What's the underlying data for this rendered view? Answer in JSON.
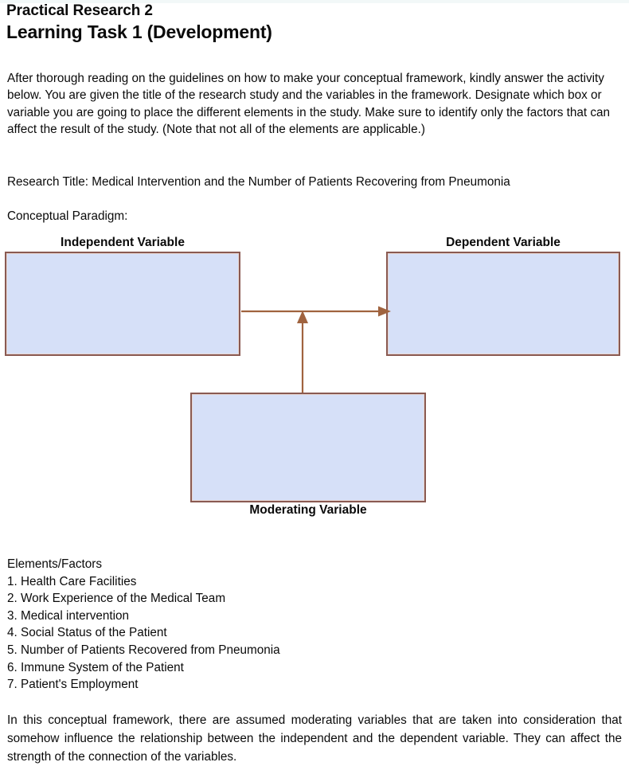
{
  "document": {
    "subject": "Practical Research 2",
    "task_title": "Learning Task 1 (Development)",
    "intro_paragraph": "After thorough reading on the guidelines on how to make your conceptual framework, kindly answer the activity below. You are given the title of the research study and the variables in the framework. Designate which box or variable you are going to place the different elements in the study. Make sure to identify only the factors that can affect the result of the study. (Note that not all of the elements are applicable.)",
    "research_title_line": "Research Title: Medical Intervention and the Number of Patients Recovering from Pneumonia",
    "conceptual_paradigm_label": "Conceptual Paradigm:",
    "closing_paragraph": "In this conceptual framework, there are assumed moderating variables that are taken into consideration that somehow influence the relationship between the independent and the dependent variable. They can affect the strength of the connection of the variables."
  },
  "diagram": {
    "independent_label": "Independent Variable",
    "dependent_label": "Dependent Variable",
    "moderating_label": "Moderating Variable",
    "box_fill_color": "#d6e0f8",
    "box_border_color": "#8a5a52",
    "arrow_color": "#a0633f",
    "independent_box_content": "",
    "dependent_box_content": "",
    "moderating_box_content": ""
  },
  "elements": {
    "heading": "Elements/Factors",
    "items": [
      "1. Health Care Facilities",
      "2. Work Experience of the Medical Team",
      "3. Medical intervention",
      "4. Social Status of the Patient",
      "5. Number of Patients Recovered from Pneumonia",
      "6. Immune System of the Patient",
      "7. Patient's Employment"
    ]
  }
}
